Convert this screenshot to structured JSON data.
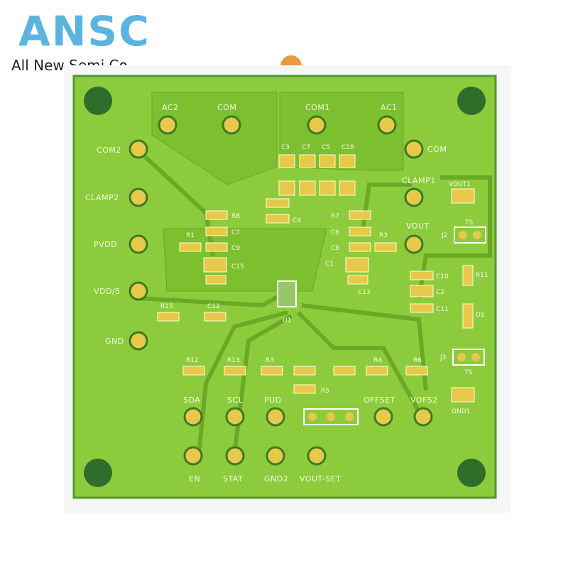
{
  "brand": {
    "logo_text": "ANSC",
    "company_name": "All New Semi Co"
  },
  "board": {
    "solder_mask_color": "#8ccc3c",
    "copper_color": "#7cbf2f",
    "pad_color": "#e7c84a",
    "edge_color": "#4f9a2a",
    "test_points": [
      {
        "label": "AC2"
      },
      {
        "label": "COM1"
      },
      {
        "label": "COM"
      },
      {
        "label": "AC1"
      },
      {
        "label": "COM2"
      },
      {
        "label": "COM"
      },
      {
        "label": "CLAMP2"
      },
      {
        "label": "CLAMP1"
      },
      {
        "label": "PVDD"
      },
      {
        "label": "VOUT"
      },
      {
        "label": "VDD/5"
      },
      {
        "label": "GND"
      },
      {
        "label": "SDA"
      },
      {
        "label": "SCL"
      },
      {
        "label": "PUD"
      },
      {
        "label": "OFFSET"
      },
      {
        "label": "VOFS2"
      },
      {
        "label": "EN"
      },
      {
        "label": "STAT"
      },
      {
        "label": "GND2"
      },
      {
        "label": "VOUT-SET"
      }
    ],
    "components": [
      "R8",
      "C7",
      "C9",
      "R1",
      "C4",
      "C15",
      "R7",
      "C6",
      "R3",
      "C8",
      "C1",
      "C13",
      "C3",
      "C7",
      "C5",
      "C18",
      "R15",
      "C12",
      "U1",
      "R12",
      "R13",
      "R3",
      "R5",
      "R4",
      "R6",
      "R11",
      "D1",
      "C10",
      "C2",
      "C11"
    ],
    "connectors": [
      {
        "label": "J2",
        "name": "TS"
      },
      {
        "label": "J3",
        "name": "TS"
      }
    ],
    "pads": [
      {
        "label": "VOUT1"
      },
      {
        "label": "GND1"
      }
    ]
  }
}
